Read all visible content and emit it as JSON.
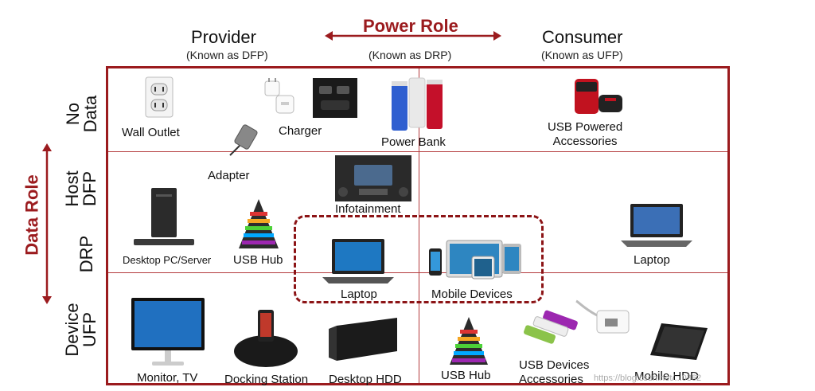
{
  "header": {
    "provider_title": "Provider",
    "provider_sub": "(Known as DFP)",
    "power_role": "Power Role",
    "drp_sub": "(Known as DRP)",
    "consumer_title": "Consumer",
    "consumer_sub": "(Known as UFP)"
  },
  "data_role": "Data Role",
  "rows": {
    "no_data": [
      "No",
      "Data"
    ],
    "host_dfp": [
      "Host",
      "DFP"
    ],
    "drp": "DRP",
    "device_ufp": [
      "Device",
      "UFP"
    ]
  },
  "devices": {
    "wall_outlet": "Wall Outlet",
    "charger": "Charger",
    "power_bank": "Power Bank",
    "usb_powered": [
      "USB Powered",
      "Accessories"
    ],
    "adapter": "Adapter",
    "infotainment": "Infotainment",
    "desktop_pc": "Desktop PC/Server",
    "usb_hub_left": "USB Hub",
    "laptop_center": "Laptop",
    "mobile_devices": "Mobile Devices",
    "laptop_right": "Laptop",
    "monitor_tv": "Monitor, TV",
    "docking_station": "Docking Station",
    "desktop_hdd": "Desktop HDD",
    "usb_hub_bottom": "USB Hub",
    "usb_devices": [
      "USB Devices",
      "Accessories"
    ],
    "mobile_hdd": "Mobile HDD"
  },
  "watermark": "https://blog.csdn.net/...0362"
}
